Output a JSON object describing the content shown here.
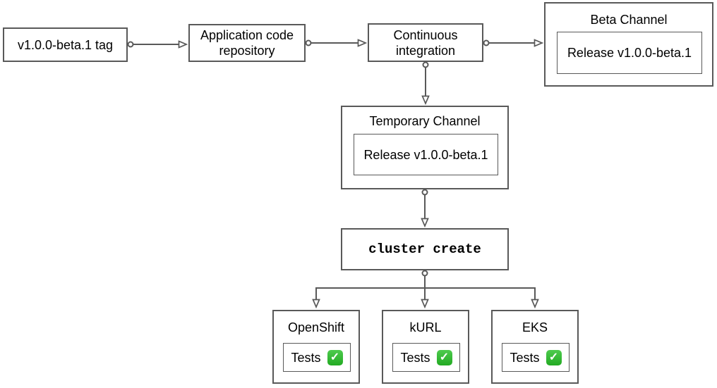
{
  "diagram": {
    "type": "flowchart",
    "colors": {
      "stroke": "#595959",
      "text": "#000000",
      "background": "#ffffff",
      "check_green": "#2db32d"
    },
    "nodes": {
      "tag": {
        "label": "v1.0.0-beta.1 tag"
      },
      "repo": {
        "label": "Application code repository"
      },
      "ci": {
        "label": "Continuous integration"
      },
      "beta_channel": {
        "title": "Beta Channel",
        "release": "Release v1.0.0-beta.1"
      },
      "temp_channel": {
        "title": "Temporary Channel",
        "release": "Release v1.0.0-beta.1"
      },
      "cluster": {
        "label": "cluster create"
      }
    },
    "platforms": [
      {
        "name": "OpenShift",
        "tests_label": "Tests",
        "status": "passed"
      },
      {
        "name": "kURL",
        "tests_label": "Tests",
        "status": "passed"
      },
      {
        "name": "EKS",
        "tests_label": "Tests",
        "status": "passed"
      }
    ],
    "icons": {
      "check_mark": "✓"
    }
  }
}
